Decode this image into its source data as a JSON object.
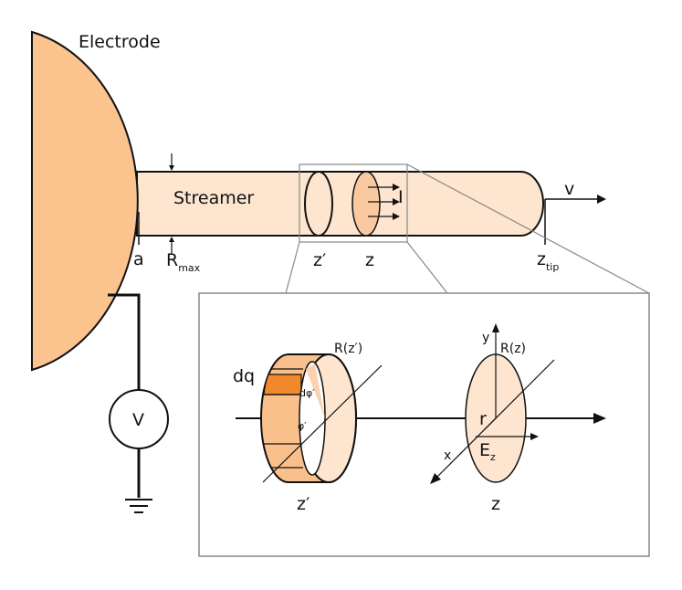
{
  "labels": {
    "electrode": "Electrode",
    "streamer": "Streamer",
    "a": "a",
    "r_max_main": "R",
    "r_max_sub": "max",
    "z_prime": "z′",
    "z": "z",
    "z_tip_main": "z",
    "z_tip_sub": "tip",
    "v": "v",
    "I": "I",
    "voltage": "V",
    "dq": "dq",
    "d_phi": "dφ′",
    "phi": "φ′",
    "R_zprime": "R(z′)",
    "R_z": "R(z)",
    "y": "y",
    "x": "x",
    "r": "r",
    "E_main": "E",
    "E_sub": "z",
    "z_prime_inset": "z′",
    "z_inset": "z"
  },
  "colors": {
    "electrode_fill": "#fbc38e",
    "streamer_fill": "#fde5d0",
    "ring_band": "#f9c08c",
    "ring_segment_dark": "#f08a2c",
    "ring_face": "#fde5d0",
    "stroke": "#111111",
    "zoom_lines": "#888888"
  }
}
